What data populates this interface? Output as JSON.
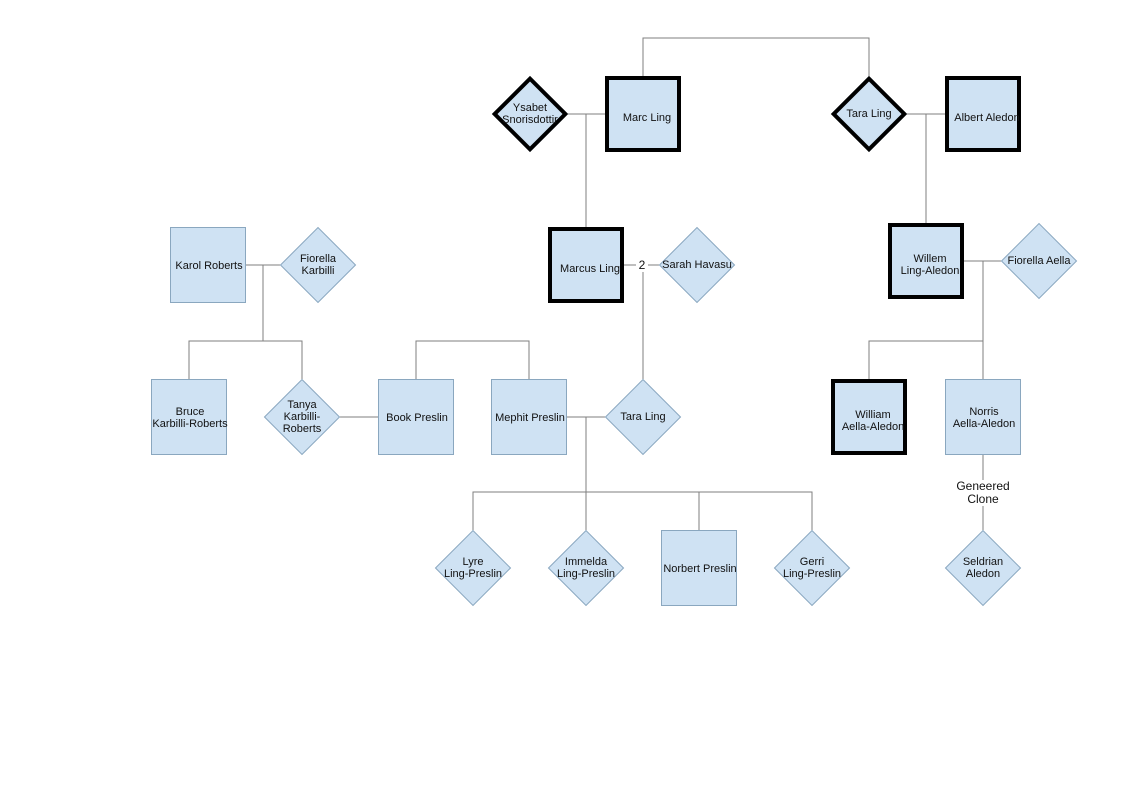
{
  "nodes": [
    {
      "id": "marc-ling",
      "label": "Marc Ling",
      "shape": "square",
      "bold": true
    },
    {
      "id": "ysabet-snorisdottir",
      "label": "Ysabet\nSnorisdottir",
      "shape": "diamond",
      "bold": true
    },
    {
      "id": "tara-ling-top",
      "label": "Tara Ling",
      "shape": "diamond",
      "bold": true
    },
    {
      "id": "albert-aledon",
      "label": "Albert Aledon",
      "shape": "square",
      "bold": true
    },
    {
      "id": "marcus-ling",
      "label": "Marcus Ling",
      "shape": "square",
      "bold": true
    },
    {
      "id": "sarah-havasu",
      "label": "Sarah Havasu",
      "shape": "diamond",
      "bold": false
    },
    {
      "id": "willem-ling-aledon",
      "label": "Willem\nLing-Aledon",
      "shape": "square",
      "bold": true
    },
    {
      "id": "fiorella-aella",
      "label": "Fiorella Aella",
      "shape": "diamond",
      "bold": false
    },
    {
      "id": "karol-roberts",
      "label": "Karol Roberts",
      "shape": "square",
      "bold": false
    },
    {
      "id": "fiorella-karbilli",
      "label": "Fiorella\nKarbilli",
      "shape": "diamond",
      "bold": false
    },
    {
      "id": "bruce-karbilli-roberts",
      "label": "Bruce\nKarbilli-Roberts",
      "shape": "square",
      "bold": false
    },
    {
      "id": "tanya-karbilli-roberts",
      "label": "Tanya\nKarbilli-\nRoberts",
      "shape": "diamond",
      "bold": false
    },
    {
      "id": "book-preslin",
      "label": "Book Preslin",
      "shape": "square",
      "bold": false
    },
    {
      "id": "mephit-preslin",
      "label": "Mephit Preslin",
      "shape": "square",
      "bold": false
    },
    {
      "id": "tara-ling-mid",
      "label": "Tara Ling",
      "shape": "diamond",
      "bold": false
    },
    {
      "id": "william-aella-aledon",
      "label": "William\nAella-Aledon",
      "shape": "square",
      "bold": true
    },
    {
      "id": "norris-aella-aledon",
      "label": "Norris\nAella-Aledon",
      "shape": "square",
      "bold": false
    },
    {
      "id": "lyre-ling-preslin",
      "label": "Lyre\nLing-Preslin",
      "shape": "diamond",
      "bold": false
    },
    {
      "id": "immelda-ling-preslin",
      "label": "Immelda\nLing-Preslin",
      "shape": "diamond",
      "bold": false
    },
    {
      "id": "norbert-preslin",
      "label": "Norbert Preslin",
      "shape": "square",
      "bold": false
    },
    {
      "id": "gerri-ling-preslin",
      "label": "Gerri\nLing-Preslin",
      "shape": "diamond",
      "bold": false
    },
    {
      "id": "seldrian-aledon",
      "label": "Seldrian\nAledon",
      "shape": "diamond",
      "bold": false
    }
  ],
  "edge_labels": {
    "marriage_number": "2",
    "clone_relation": "Geneered\nClone"
  },
  "colors": {
    "node_fill": "#cfe2f3",
    "node_border": "#8aa7bf",
    "bold_border": "#000000",
    "line": "#7f7f7f"
  }
}
